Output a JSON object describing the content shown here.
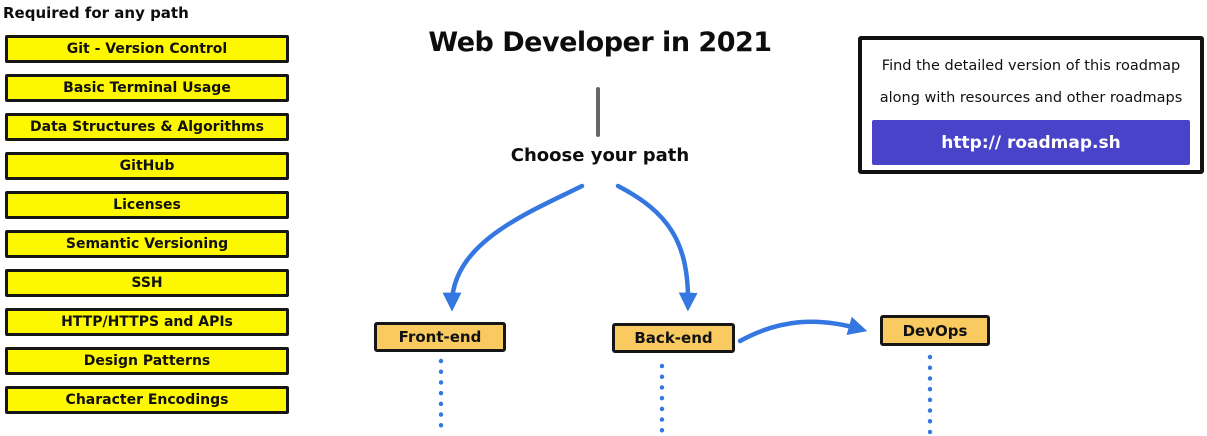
{
  "header": {
    "title": "Web Developer in 2021"
  },
  "left_panel": {
    "title": "Required for any path",
    "items": [
      "Git - Version Control",
      "Basic Terminal Usage",
      "Data Structures & Algorithms",
      "GitHub",
      "Licenses",
      "Semantic Versioning",
      "SSH",
      "HTTP/HTTPS and APIs",
      "Design Patterns",
      "Character Encodings"
    ]
  },
  "center": {
    "choose_label": "Choose your path",
    "paths": [
      "Front-end",
      "Back-end",
      "DevOps"
    ]
  },
  "info_box": {
    "line1": "Find the detailed version of this roadmap",
    "line2": "along with resources and other roadmaps",
    "button_label": "http:// roadmap.sh"
  },
  "colors": {
    "highlight_yellow": "#FDF700",
    "node_amber": "#F8CA5F",
    "arrow_blue": "#3477E0",
    "button_purple": "#4843C8",
    "connector_gray": "#666666"
  }
}
